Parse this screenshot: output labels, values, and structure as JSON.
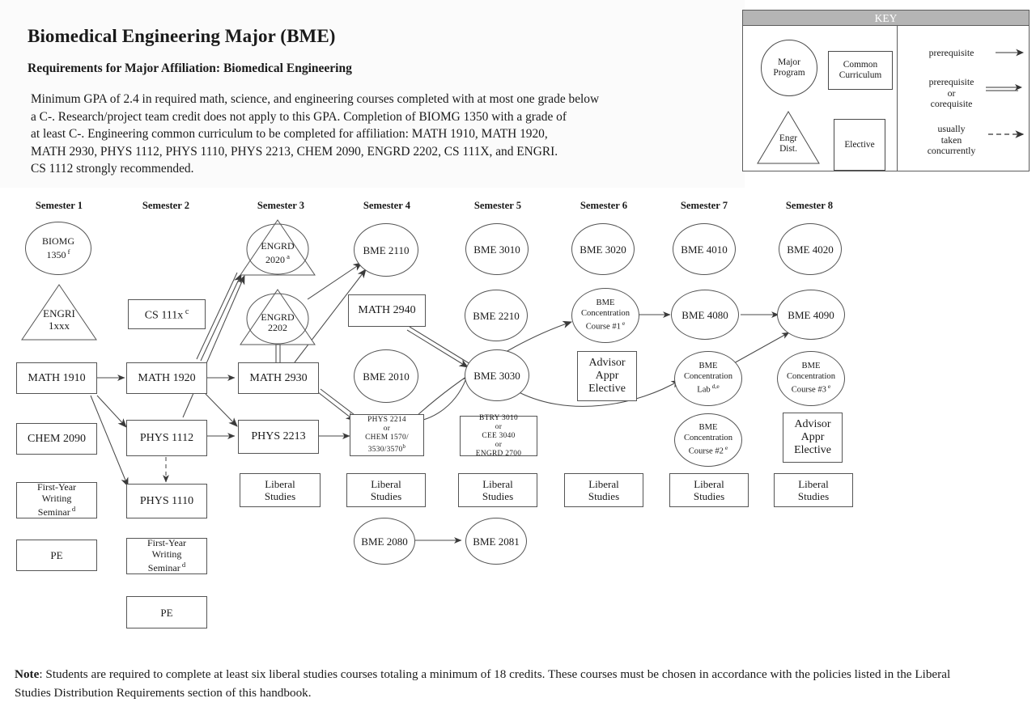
{
  "header": {
    "title": "Biomedical Engineering Major (BME)",
    "subtitle": "Requirements for Major Affiliation:  Biomedical Engineering",
    "paragraph_lines": [
      "Minimum  GPA of  2.4 in required math, science, and engineering courses completed with at most one grade below",
      "a C-. Research/project team credit does not apply to this GPA. Completion of BIOMG 1350 with a grade of",
      "at least C-. Engineering common curriculum to be completed for affiliation: MATH 1910, MATH 1920,",
      "MATH 2930, PHYS 1112, PHYS 1110, PHYS 2213, CHEM 2090, ENGRD 2202, CS 111X, and ENGRI.",
      "CS 1112 strongly recommended."
    ]
  },
  "key": {
    "title": "KEY",
    "shapes": {
      "major_program": "Major\nProgram",
      "common_curriculum": "Common\nCurriculum",
      "engr_dist": "Engr\nDist.",
      "elective": "Elective"
    },
    "legend": [
      {
        "label": "prerequisite",
        "line": "solid-arrow"
      },
      {
        "label": "prerequisite\nor\ncorequisite",
        "line": "double-arrow"
      },
      {
        "label": "usually\ntaken\nconcurrently",
        "line": "dashed-arrow"
      }
    ]
  },
  "semesters": [
    {
      "label": "Semester 1"
    },
    {
      "label": "Semester 2"
    },
    {
      "label": "Semester 3"
    },
    {
      "label": "Semester 4"
    },
    {
      "label": "Semester 5"
    },
    {
      "label": "Semester 6"
    },
    {
      "label": "Semester 7"
    },
    {
      "label": "Semester 8"
    }
  ],
  "nodes": {
    "s1_biomg1350": {
      "label": "BIOMG\n1350",
      "sup": "f",
      "shape": "circle"
    },
    "s1_engri": {
      "label": "ENGRI\n1xxx",
      "shape": "triangle"
    },
    "s1_math1910": {
      "label": "MATH 1910",
      "shape": "rect"
    },
    "s1_chem2090": {
      "label": "CHEM 2090",
      "shape": "rect"
    },
    "s1_fws": {
      "label": "First-Year\nWriting\nSeminar",
      "sup": "d",
      "shape": "rect"
    },
    "s1_pe": {
      "label": "PE",
      "shape": "rect"
    },
    "s2_cs111x": {
      "label": "CS 111x",
      "sup": "c",
      "shape": "rect"
    },
    "s2_math1920": {
      "label": "MATH 1920",
      "shape": "rect"
    },
    "s2_phys1112": {
      "label": "PHYS 1112",
      "shape": "rect"
    },
    "s2_phys1110": {
      "label": "PHYS 1110",
      "shape": "rect"
    },
    "s2_fws": {
      "label": "First-Year\nWriting\nSeminar",
      "sup": "d",
      "shape": "rect"
    },
    "s2_pe": {
      "label": "PE",
      "shape": "rect"
    },
    "s3_engrd2020": {
      "label": "ENGRD\n2020",
      "sup": "a",
      "shape": "circle-triangle"
    },
    "s3_engrd2202": {
      "label": "ENGRD\n2202",
      "shape": "circle-triangle"
    },
    "s3_math2930": {
      "label": "MATH 2930",
      "shape": "rect"
    },
    "s3_phys2213": {
      "label": "PHYS 2213",
      "shape": "rect"
    },
    "s3_libstud": {
      "label": "Liberal\nStudies",
      "shape": "rect"
    },
    "s4_bme2110": {
      "label": "BME 2110",
      "shape": "circle"
    },
    "s4_math2940": {
      "label": "MATH 2940",
      "shape": "rect"
    },
    "s4_bme2010": {
      "label": "BME 2010",
      "shape": "circle"
    },
    "s4_phys2214": {
      "label": "PHYS 2214\nor\nCHEM 1570/\n3530/3570",
      "sup": "b",
      "shape": "rect"
    },
    "s4_libstud": {
      "label": "Liberal\nStudies",
      "shape": "rect"
    },
    "s4_bme2080": {
      "label": "BME 2080",
      "shape": "circle"
    },
    "s5_bme3010": {
      "label": "BME 3010",
      "shape": "circle"
    },
    "s5_bme2210": {
      "label": "BME 2210",
      "shape": "circle"
    },
    "s5_bme3030": {
      "label": "BME 3030",
      "shape": "circle"
    },
    "s5_btry": {
      "label": "BTRY 3010\nor\nCEE 3040\nor\nENGRD 2700",
      "shape": "rect"
    },
    "s5_libstud": {
      "label": "Liberal\nStudies",
      "shape": "rect"
    },
    "s5_bme2081": {
      "label": "BME 2081",
      "shape": "circle"
    },
    "s6_bme3020": {
      "label": "BME 3020",
      "shape": "circle"
    },
    "s6_conc1": {
      "label": "BME\nConcentration\nCourse #1",
      "sup": "e",
      "shape": "circle"
    },
    "s6_advisor": {
      "label": "Advisor\nAppr\nElective",
      "shape": "rect"
    },
    "s6_libstud": {
      "label": "Liberal\nStudies",
      "shape": "rect"
    },
    "s7_bme4010": {
      "label": "BME 4010",
      "shape": "circle"
    },
    "s7_bme4080": {
      "label": "BME 4080",
      "shape": "circle"
    },
    "s7_conclab": {
      "label": "BME\nConcentration\nLab",
      "sup": "d,e",
      "shape": "circle"
    },
    "s7_conc2": {
      "label": "BME\nConcentration\nCourse #2",
      "sup": "e",
      "shape": "circle"
    },
    "s7_libstud": {
      "label": "Liberal\nStudies",
      "shape": "rect"
    },
    "s8_bme4020": {
      "label": "BME 4020",
      "shape": "circle"
    },
    "s8_bme4090": {
      "label": "BME 4090",
      "shape": "circle"
    },
    "s8_conc3": {
      "label": "BME\nConcentration\nCourse #3",
      "sup": "e",
      "shape": "circle"
    },
    "s8_advisor": {
      "label": "Advisor\nAppr\nElective",
      "shape": "rect"
    },
    "s8_libstud": {
      "label": "Liberal\nStudies",
      "shape": "rect"
    }
  },
  "note": {
    "bold": "Note",
    "text": ": Students are required to complete at least six liberal studies courses totaling a minimum of 18 credits.  These courses must be chosen in accordance with the policies listed in the Liberal Studies Distribution Requirements section of this handbook."
  },
  "colors": {
    "stroke": "#555555",
    "key_header_bg": "#b5b5b5",
    "text": "#1a1a1a",
    "header_band": "#fbfbfb"
  }
}
